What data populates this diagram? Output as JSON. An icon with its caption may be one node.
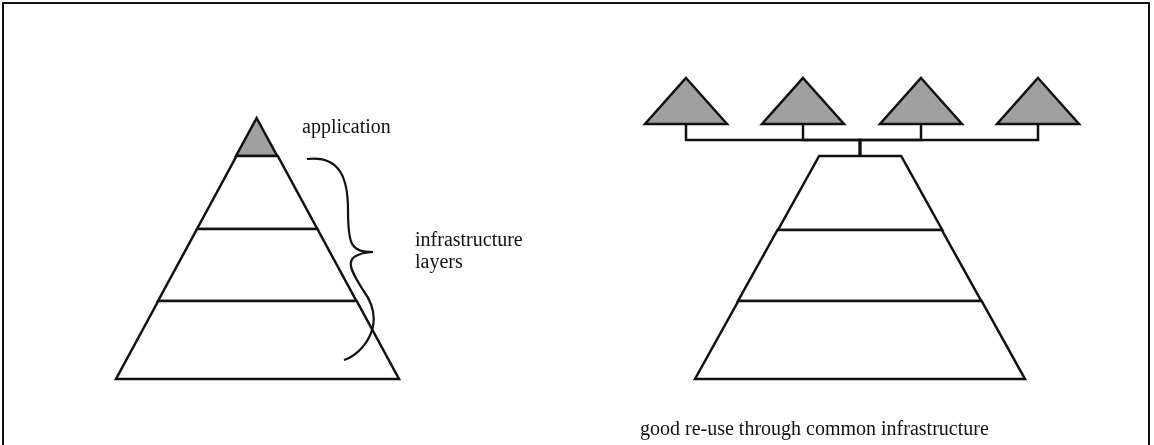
{
  "diagram": {
    "caption": "good re-use through common infrastructure",
    "nodes": [
      {
        "text": [],
        "shape": "triangle"
      },
      {
        "text": [],
        "shape": "trapezoid"
      },
      {
        "text": [],
        "shape": "trapezoid"
      },
      {
        "text": [],
        "shape": "trapezoid"
      },
      {
        "text": [],
        "shape": "triangle"
      },
      {
        "text": [],
        "shape": "triangle"
      },
      {
        "text": [],
        "shape": "triangle"
      },
      {
        "text": [],
        "shape": "triangle"
      },
      {
        "text": [],
        "shape": "trapezoid"
      },
      {
        "text": [],
        "shape": "trapezoid"
      },
      {
        "text": [],
        "shape": "trapezoid"
      }
    ],
    "edges": [
      {
        "from": 4,
        "to": 8,
        "arrow": "none"
      },
      {
        "from": 5,
        "to": 8,
        "arrow": "none"
      },
      {
        "from": 6,
        "to": 8,
        "arrow": "none"
      },
      {
        "from": 7,
        "to": 8,
        "arrow": "none"
      }
    ],
    "labels": [
      "application",
      "infrastructure layers"
    ]
  }
}
